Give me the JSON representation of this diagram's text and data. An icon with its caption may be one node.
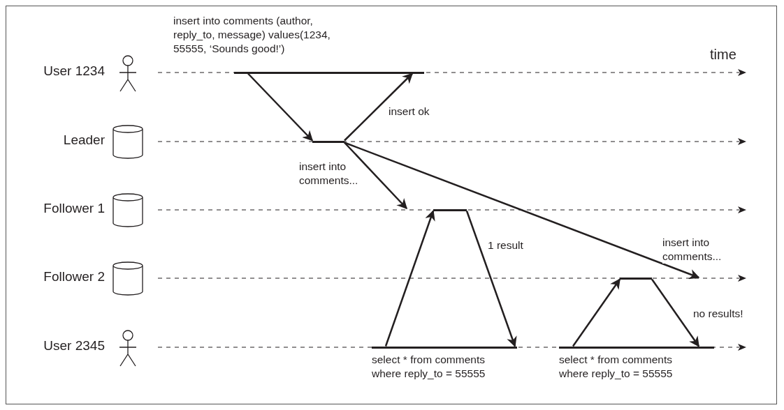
{
  "diagram": {
    "nodes": [
      {
        "text": [
          "User 1234"
        ]
      },
      {
        "text": [
          "Leader"
        ]
      },
      {
        "text": [
          "Follower 1"
        ]
      },
      {
        "text": [
          "Follower 2"
        ]
      },
      {
        "text": [
          "User 2345"
        ]
      },
      {
        "text": [],
        "shape": "bar",
        "beside": [
          "insert into comments (author, reply_to, message) values(1234, 55555, ‘Sounds good!’)"
        ]
      },
      {
        "text": [],
        "shape": "bar"
      },
      {
        "text": [],
        "shape": "bar"
      },
      {
        "text": [],
        "shape": "bar"
      },
      {
        "text": [],
        "shape": "bar",
        "beside": [
          "select * from comments where reply_to = 55555"
        ]
      },
      {
        "text": [],
        "shape": "bar",
        "beside": [
          "select * from comments where reply_to = 55555"
        ]
      }
    ],
    "edges": [
      {
        "from": 5,
        "to": 6,
        "arrow": "to"
      },
      {
        "from": 6,
        "to": 5,
        "arrow": "to",
        "label": "insert ok"
      },
      {
        "from": 6,
        "to": null,
        "arrow": "to",
        "label": "insert into comments..."
      },
      {
        "from": 6,
        "to": null,
        "arrow": "to",
        "label": "insert into comments..."
      },
      {
        "from": 9,
        "to": 7,
        "arrow": "to"
      },
      {
        "from": 7,
        "to": 9,
        "arrow": "to",
        "label": "1 result"
      },
      {
        "from": 10,
        "to": 8,
        "arrow": "to"
      },
      {
        "from": 8,
        "to": 10,
        "arrow": "to",
        "label": "no results!"
      }
    ],
    "labels": [
      "time"
    ]
  }
}
